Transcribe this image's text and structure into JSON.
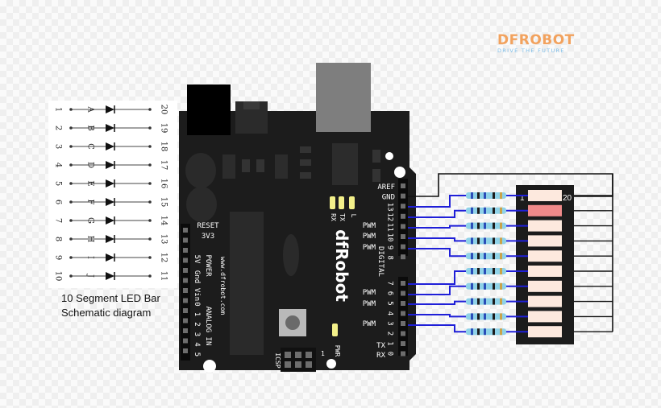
{
  "brand": {
    "name": "DFROBOT",
    "tagline": "DRIVE THE FUTURE"
  },
  "caption": {
    "line1": "10 Segment LED Bar",
    "line2": "Schematic diagram"
  },
  "schematic": {
    "left_pins": [
      "1",
      "2",
      "3",
      "4",
      "5",
      "6",
      "7",
      "8",
      "9",
      "10"
    ],
    "segment_labels": [
      "A",
      "B",
      "C",
      "D",
      "E",
      "F",
      "G",
      "H",
      "I",
      "J"
    ],
    "right_pins": [
      "20",
      "19",
      "18",
      "17",
      "16",
      "15",
      "14",
      "13",
      "12",
      "11"
    ]
  },
  "board": {
    "logo": "dfRobot",
    "url": "www.dfrobot.com",
    "left_header_labels": [
      "RESET",
      "3V3",
      "5V",
      "Gnd",
      "Vin"
    ],
    "power_label": "POWER",
    "analog_label": "ANALOG IN",
    "analog_pins": [
      "0",
      "1",
      "2",
      "3",
      "4",
      "5"
    ],
    "top_right_labels": [
      "AREF",
      "GND",
      "13",
      "12",
      "11",
      "10",
      "9",
      "8"
    ],
    "pwm_top": [
      "PWM",
      "PWM",
      "PWM"
    ],
    "digital_label": "DIGITAL",
    "bottom_right_labels": [
      "7",
      "6",
      "5",
      "4",
      "3",
      "2",
      "1",
      "0"
    ],
    "pwm_bottom": [
      "PWM",
      "PWM",
      "PWM"
    ],
    "txrx_bottom": [
      "TX",
      "RX"
    ],
    "led_labels": {
      "tx": "TX",
      "rx": "RX",
      "l": "L",
      "pwr": "PWR"
    },
    "icsp_label": "ICSP",
    "icsp_num": "1"
  },
  "ledbar": {
    "pin_left": "1",
    "pin_right": "20",
    "segments": 10,
    "lit_index": 1
  },
  "colors": {
    "board": "#1c1c1c",
    "wire": "#1f1fd8",
    "black_wire": "#111111",
    "segment_off": "#fde9de",
    "segment_on": "#f08a8a",
    "usb": "#7e7e7e",
    "resistor_body": "#8fd2e8",
    "led_yellow": "#f3f08a"
  }
}
